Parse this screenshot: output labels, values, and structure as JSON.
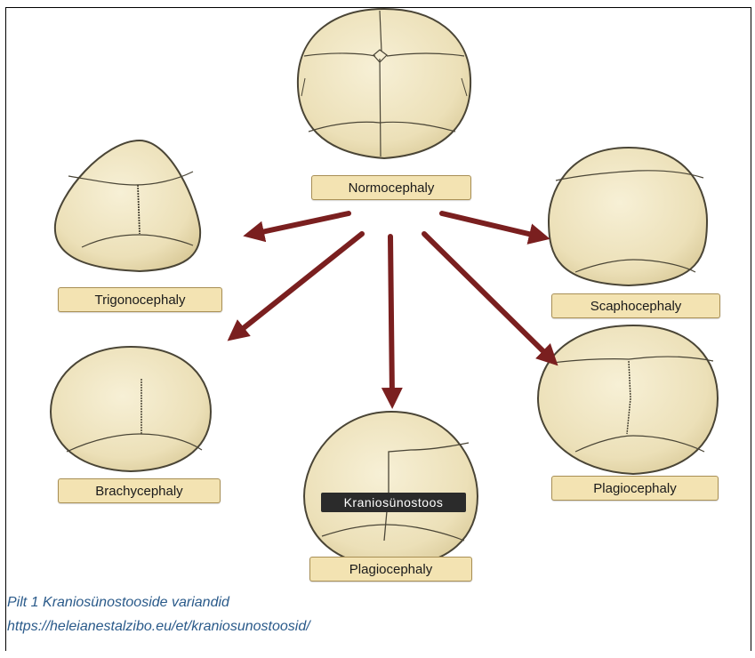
{
  "diagram": {
    "labels": {
      "center": "Normocephaly",
      "left_top": "Trigonocephaly",
      "right_top": "Scaphocephaly",
      "left_bottom": "Brachycephaly",
      "bottom_center": "Plagiocephaly",
      "right_bottom": "Plagiocephaly"
    },
    "overlay_label": "Kraniosünostoos",
    "colors": {
      "skull_fill": "#efe6c3",
      "skull_stroke": "#4a4536",
      "arrow": "#7a1f1f",
      "label_bg": "#f3e3b2"
    }
  },
  "caption": {
    "line1": "Pilt 1 Kraniosünostooside variandid",
    "line2": "https://heleianestalzibo.eu/et/kraniosunostoosid/"
  }
}
